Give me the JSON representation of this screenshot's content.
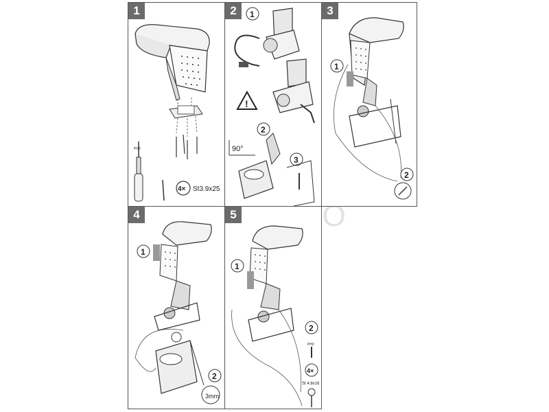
{
  "watermark": "AG AUTO",
  "panels": [
    {
      "number": "1",
      "screw_count": "4×",
      "screw_spec": "St3.9x25",
      "driver_label": "PH2"
    },
    {
      "number": "2",
      "angle": "90°",
      "callouts": [
        "1",
        "2",
        "3"
      ]
    },
    {
      "number": "3",
      "callouts": [
        "1",
        "2"
      ]
    },
    {
      "number": "4",
      "callouts": [
        "1",
        "2"
      ],
      "hex_size": "3mm"
    },
    {
      "number": "5",
      "callouts": [
        "1",
        "2"
      ],
      "screw_count": "4×",
      "screw_spec": "St 4.8x16",
      "driver_label": "PH2"
    }
  ]
}
